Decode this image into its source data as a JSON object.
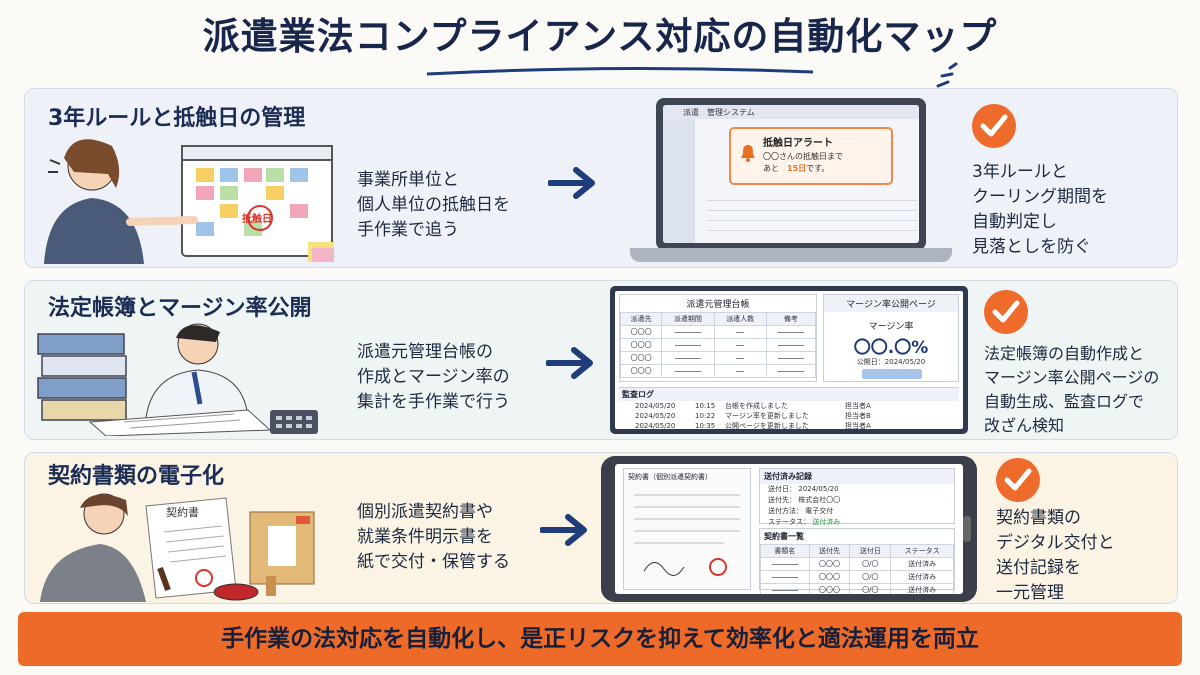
{
  "title": "派遣業法コンプライアンス対応の自動化マップ",
  "sections": [
    {
      "title": "3年ルールと抵触日の管理",
      "manual_lines": [
        "事業所単位と",
        "個人単位の抵触日を",
        "手作業で追う"
      ],
      "result_lines": [
        "3年ルールと",
        "クーリング期間を",
        "自動判定し",
        "見落としを防ぐ"
      ],
      "illustration_label": "抵触日",
      "screen": {
        "app_title": "管理システム",
        "app_prefix": "派遣",
        "alert_title": "抵触日アラート",
        "alert_line1": "〇〇さんの抵触日まで",
        "alert_line2_prefix": "あと",
        "alert_highlight": "15日",
        "alert_line2_suffix": "です。"
      }
    },
    {
      "title": "法定帳簿とマージン率公開",
      "manual_lines": [
        "派遣元管理台帳の",
        "作成とマージン率の",
        "集計を手作業で行う"
      ],
      "result_lines": [
        "法定帳簿の自動作成と",
        "マージン率公開ページの",
        "自動生成、監査ログで",
        "改ざん検知"
      ],
      "screen": {
        "ledger_title": "派遣元管理台帳",
        "ledger_headers": [
          "派遣先",
          "派遣期間",
          "派遣人数",
          "備考"
        ],
        "ledger_rows": [
          [
            "〇〇〇",
            "",
            "",
            ""
          ],
          [
            "〇〇〇",
            "",
            "",
            ""
          ],
          [
            "〇〇〇",
            "",
            "",
            ""
          ],
          [
            "〇〇〇",
            "",
            "",
            ""
          ]
        ],
        "margin_title": "マージン率公開ページ",
        "margin_label": "マージン率",
        "margin_value": "〇〇.〇%",
        "margin_date": "公開日：2024/05/20",
        "log_title": "監査ログ",
        "log_rows": [
          {
            "date": "2024/05/20",
            "time": "10:15",
            "action": "台帳を作成しました",
            "user": "担当者A"
          },
          {
            "date": "2024/05/20",
            "time": "10:22",
            "action": "マージン率を更新しました",
            "user": "担当者B"
          },
          {
            "date": "2024/05/20",
            "time": "10:35",
            "action": "公開ページを更新しました",
            "user": "担当者A"
          }
        ]
      }
    },
    {
      "title": "契約書類の電子化",
      "manual_lines": [
        "個別派遣契約書や",
        "就業条件明示書を",
        "紙で交付・保管する"
      ],
      "result_lines": [
        "契約書類の",
        "デジタル交付と",
        "送付記録を",
        "一元管理"
      ],
      "illustration_label": "契約書",
      "screen": {
        "doc_title": "契約書（個別派遣契約書）",
        "record_title": "送付済み記録",
        "record_rows": [
          {
            "label": "送付日：",
            "value": "2024/05/20"
          },
          {
            "label": "送付先：",
            "value": "株式会社〇〇"
          },
          {
            "label": "送付方法：",
            "value": "電子交付"
          },
          {
            "label": "ステータス：",
            "value": "送付済み"
          }
        ],
        "list_title": "契約書一覧",
        "list_headers": [
          "書類名",
          "送付先",
          "送付日",
          "ステータス"
        ],
        "list_rows": [
          [
            "",
            "〇〇〇",
            "〇/〇",
            "送付済み"
          ],
          [
            "",
            "〇〇〇",
            "〇/〇",
            "送付済み"
          ],
          [
            "",
            "〇〇〇",
            "〇/〇",
            "送付済み"
          ]
        ]
      }
    }
  ],
  "footer": "手作業の法対応を自動化し、是正リスクを抑えて効率化と適法運用を両立",
  "colors": {
    "accent": "#ee6a28",
    "navy": "#1b2c55",
    "ok": "#2b9a3e"
  }
}
